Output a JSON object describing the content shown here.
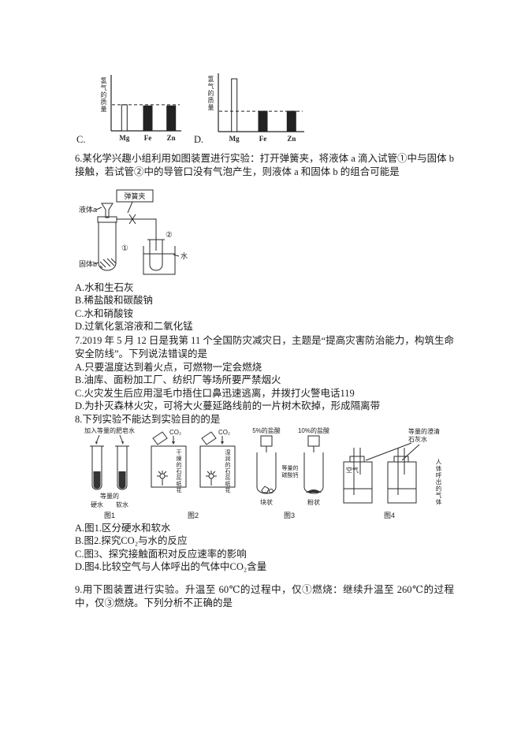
{
  "charts_row": {
    "c_letter": "C.",
    "d_letter": "D."
  },
  "chart_data": [
    {
      "type": "bar",
      "title": "",
      "ylabel": "氢气的质量",
      "xlabel": "",
      "categories": [
        "Mg",
        "Fe",
        "Zn"
      ],
      "values": [
        0.48,
        0.46,
        0.46
      ],
      "bar_styles": [
        "outline",
        "solid",
        "solid"
      ],
      "dashed_line_y": 0.48,
      "ylim": [
        0,
        1
      ],
      "legend": "none",
      "grid": false
    },
    {
      "type": "bar",
      "title": "",
      "ylabel": "氢气的质量",
      "xlabel": "",
      "categories": [
        "Mg",
        "Fe",
        "Zn"
      ],
      "values": [
        0.93,
        0.36,
        0.36
      ],
      "bar_styles": [
        "outline",
        "solid",
        "solid"
      ],
      "dashed_line_y": 0.36,
      "ylim": [
        0,
        1
      ],
      "legend": "none",
      "grid": false
    }
  ],
  "q6": {
    "text": "6.某化学兴趣小组利用如图装置进行实验：打开弹簧夹，将液体 a 滴入试管①中与固体 b 接触，若试管②中的导管口没有气泡产生，则液体 a 和固体 b 的组合可能是",
    "diagram": {
      "clamp": "弹簧夹",
      "liquid_a": "液体a",
      "solid_b": "固体b",
      "tube1": "①",
      "tube2": "②",
      "water": "水"
    },
    "options": [
      "A.水和生石灰",
      "B.稀盐酸和碳酸钠",
      "C.水和硝酸铵",
      "D.过氧化氢溶液和二氧化锰"
    ]
  },
  "q7": {
    "text": "7.2019 年 5 月 12 日是我第 11 个全国防灾减灾日，主题是“提高灾害防治能力，构筑生命安全防线”。下列说法错误的是",
    "options": [
      "A.只要温度达到着火点，可燃物一定会燃烧",
      "B.油库、面粉加工厂、纺织厂等场所要严禁烟火",
      "C.火灾发生后应用湿毛巾捂住口鼻迅速逃离，并拨打火警电话119",
      "D.为扑灭森林火灾，可将大火蔓延路线前的一片树木砍掉，形成隔离带"
    ]
  },
  "q8": {
    "text": "8.下列实验不能达到实验目的的是",
    "fig1": {
      "top_label": "加入等量的肥皂水",
      "amount_label": "等量的",
      "left_label": "硬水",
      "right_label": "软水",
      "caption": "图1"
    },
    "fig2": {
      "co2_label": "CO₂",
      "left_label": "干燥的石蕊纸花",
      "right_label": "湿润的石蕊纸花",
      "caption": "图2"
    },
    "fig3": {
      "left_top": "5%的盐酸",
      "right_top": "10%的盐酸",
      "amount_label_1": "等量的",
      "amount_label_2": "碳酸钙",
      "left_state": "块状",
      "right_state": "粉状",
      "caption": "图3"
    },
    "fig4": {
      "top_label": "等量的澄清石灰水",
      "left_label": "空气",
      "right_label": "人体呼出的气体",
      "caption": "图4"
    },
    "options": [
      "A.图1.区分硬水和软水",
      "B.图2.探究CO₂与水的反应",
      "C.图3、探究接触面积对反应速率的影响",
      "D.图4.比较空气与人体呼出的气体中CO₂含量"
    ]
  },
  "q9": {
    "text": "9.用下图装置进行实验。升温至 60℃的过程中，仅①燃烧：继续升温至 260℃的过程中，仅③燃烧。下列分析不正确的是"
  }
}
